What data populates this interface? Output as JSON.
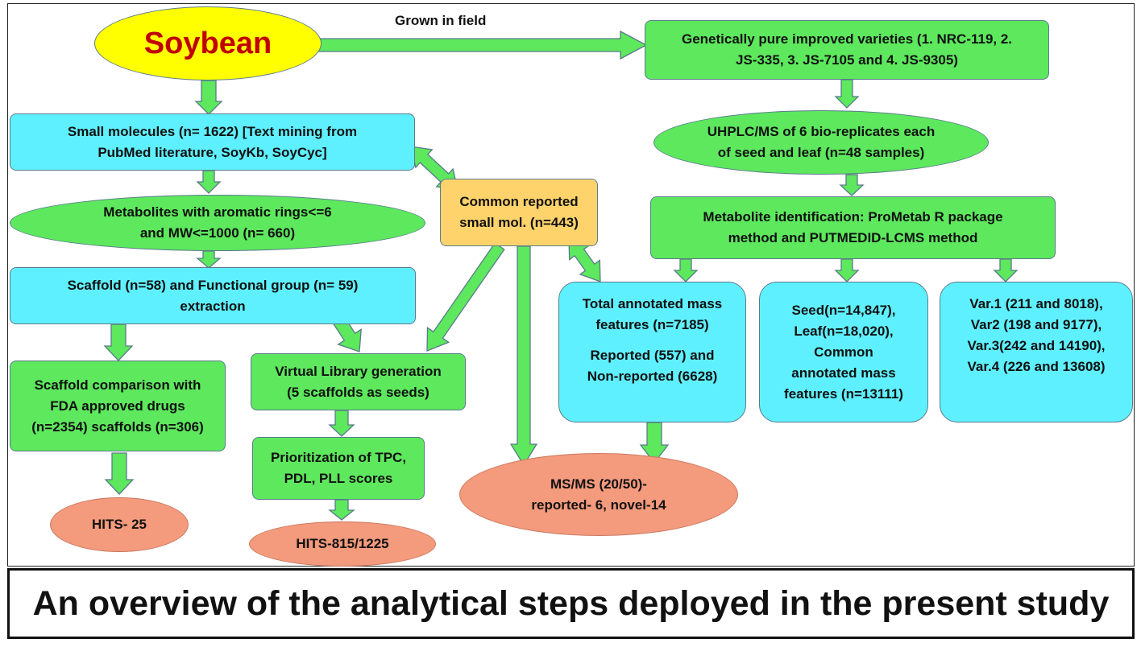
{
  "diagram": {
    "nodes": {
      "soybean": "Soybean",
      "grown_label": "Grown in field",
      "varieties": "Genetically pure improved varieties (1. NRC-119, 2.\nJS-335, 3. JS-7105 and 4. JS-9305)",
      "small_molecules": "Small molecules (n= 1622)  [Text mining from\nPubMed literature, SoyKb, SoyCyc]",
      "uhplc": "UHPLC/MS  of 6 bio-replicates each\nof seed and leaf (n=48 samples)",
      "common_reported": "Common reported\nsmall mol. (n=443)",
      "metabolites_rings": "Metabolites with aromatic rings<=6\nand MW<=1000 (n= 660)",
      "metabolite_id": "Metabolite identification: ProMetab R package\nmethod and PUTMEDID-LCMS  method",
      "scaffold_fg": "Scaffold (n=58) and Functional group (n= 59)\nextraction",
      "total_annotated": "Total annotated mass\nfeatures (n=7185)",
      "reported_nonreported": "Reported (557) and\nNon-reported (6628)",
      "seed_leaf": "Seed(n=14,847),\nLeaf(n=18,020),\nCommon\nannotated mass\nfeatures (n=13111)",
      "varieties_counts": "Var.1 (211 and 8018),\nVar2 (198 and 9177),\nVar.3(242 and 14190),\nVar.4 (226 and 13608)",
      "scaffold_comparison": "Scaffold comparison with\nFDA approved drugs\n(n=2354) scaffolds (n=306)",
      "virtual_library": "Virtual Library generation\n(5 scaffolds as seeds)",
      "prioritization": "Prioritization of TPC,\nPDL, PLL scores",
      "msms": "MS/MS (20/50)-\nreported- 6, novel-14",
      "hits_25": "HITS- 25",
      "hits_815": "HITS-815/1225"
    },
    "caption": "An overview of the analytical steps deployed in the present study"
  },
  "colors": {
    "green": "#5de85d",
    "cyan": "#5ff0ff",
    "orange": "#ffd36b",
    "salmon": "#f49a7d",
    "yellow": "#ffff00",
    "soybean_text": "#c00000",
    "arrow_fill": "#5de85d",
    "arrow_stroke": "#5a7a8c"
  }
}
